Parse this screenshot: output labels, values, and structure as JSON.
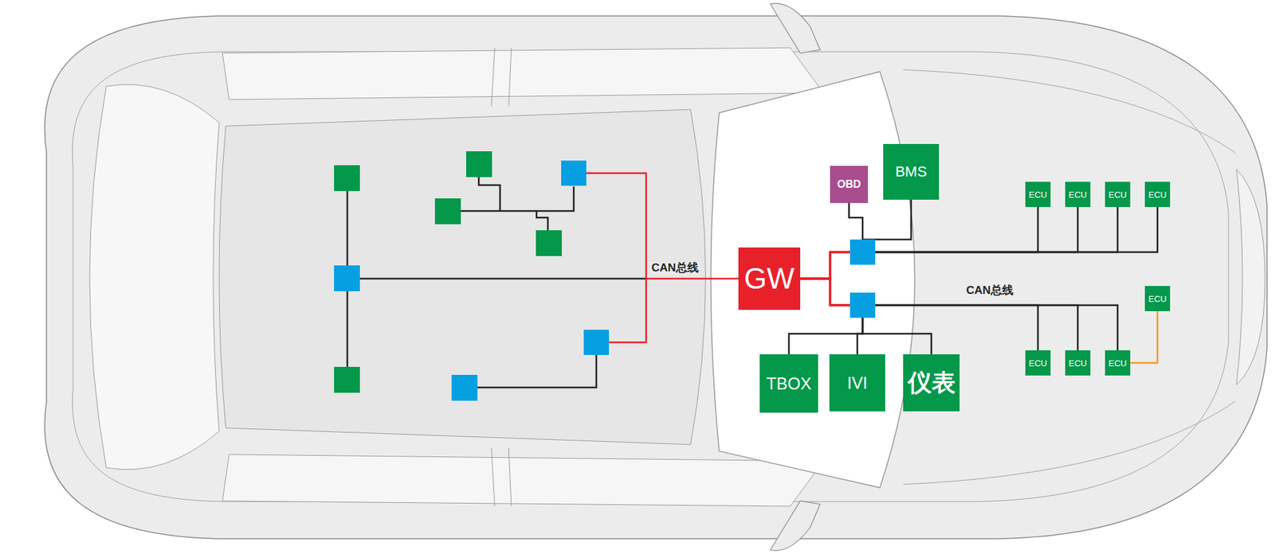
{
  "diagram": {
    "nodes": [
      {
        "text": [
          "GW"
        ]
      },
      {
        "text": [
          "OBD"
        ]
      },
      {
        "text": [
          "BMS"
        ]
      },
      {
        "text": [
          "ECU"
        ]
      },
      {
        "text": [
          "ECU"
        ]
      },
      {
        "text": [
          "ECU"
        ]
      },
      {
        "text": [
          "ECU"
        ]
      },
      {
        "text": [
          "ECU"
        ]
      },
      {
        "text": [
          "TBOX"
        ]
      },
      {
        "text": [
          "IVI"
        ]
      },
      {
        "text": [
          "仪表"
        ]
      },
      {
        "text": [
          "ECU"
        ]
      },
      {
        "text": [
          "ECU"
        ]
      },
      {
        "text": [
          "ECU"
        ]
      }
    ],
    "edges": [
      {
        "from": 0,
        "to": 1,
        "arrow": "none"
      },
      {
        "from": 0,
        "to": 2,
        "arrow": "none"
      },
      {
        "from": 0,
        "to": 3,
        "arrow": "none"
      },
      {
        "from": 0,
        "to": 4,
        "arrow": "none"
      },
      {
        "from": 0,
        "to": 5,
        "arrow": "none"
      },
      {
        "from": 0,
        "to": 6,
        "arrow": "none"
      },
      {
        "from": 0,
        "to": 8,
        "arrow": "none"
      },
      {
        "from": 0,
        "to": 9,
        "arrow": "none"
      },
      {
        "from": 0,
        "to": 10,
        "arrow": "none"
      },
      {
        "from": 0,
        "to": 11,
        "arrow": "none"
      },
      {
        "from": 0,
        "to": 12,
        "arrow": "none"
      },
      {
        "from": 0,
        "to": 13,
        "arrow": "none"
      },
      {
        "from": 13,
        "to": 7,
        "arrow": "none"
      }
    ],
    "labels": [
      "CAN总线",
      "CAN总线"
    ]
  }
}
